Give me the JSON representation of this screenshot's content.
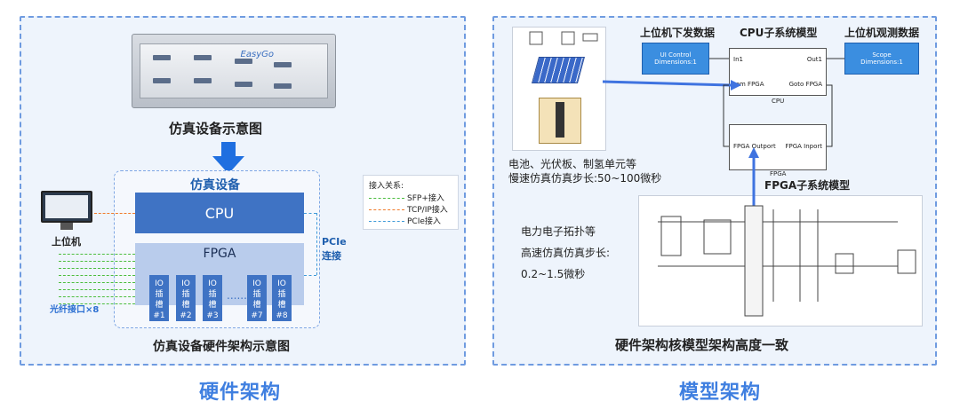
{
  "left": {
    "device_caption": "仿真设备示意图",
    "device_brand": "EasyGo",
    "sim_title": "仿真设备",
    "cpu_label": "CPU",
    "fpga_label": "FPGA",
    "slots": [
      {
        "top": "IO",
        "mid": "插",
        "bot": "槽",
        "num": "#1"
      },
      {
        "top": "IO",
        "mid": "插",
        "bot": "槽",
        "num": "#2"
      },
      {
        "top": "IO",
        "mid": "插",
        "bot": "槽",
        "num": "#3"
      },
      {
        "top": "IO",
        "mid": "插",
        "bot": "槽",
        "num": "#7"
      },
      {
        "top": "IO",
        "mid": "插",
        "bot": "槽",
        "num": "#8"
      }
    ],
    "slot_dots": "......",
    "host_label": "上位机",
    "pcie_label_1": "PCIe",
    "pcie_label_2": "连接",
    "fiber_label": "光纤接口×8",
    "hardware_caption": "仿真设备硬件架构示意图",
    "legend": {
      "title": "接入关系:",
      "items": [
        {
          "label": "SFP+接入",
          "color": "#4bbd3e"
        },
        {
          "label": "TCP/IP接入",
          "color": "#f07a2a"
        },
        {
          "label": "PCIe接入",
          "color": "#3f9ad8"
        }
      ]
    }
  },
  "right": {
    "top_labels": {
      "host_send": "上位机下发数据",
      "cpu_model": "CPU子系统模型",
      "host_observe": "上位机观测数据"
    },
    "ui_control": {
      "line1": "UI Control",
      "line2": "Dimensions:1"
    },
    "scope": {
      "line1": "Scope",
      "line2": "Dimensions:1"
    },
    "cpu_block": {
      "in1": "In1",
      "out1": "Out1",
      "from": "rom FPGA",
      "goto": "Goto FPGA",
      "name": "CPU"
    },
    "fpga_block": {
      "outport": "FPGA Outport",
      "inport": "FPGA Inport",
      "name": "FPGA"
    },
    "fpga_model_label": "FPGA子系统模型",
    "battery_text_1": "电池、光伏板、制氢单元等",
    "battery_text_2": "慢速仿真仿真步长:50~100微秒",
    "power_text_1": "电力电子拓扑等",
    "power_text_2": "高速仿真仿真步长:",
    "power_text_3": "0.2~1.5微秒",
    "consistent_caption": "硬件架构核模型架构高度一致"
  },
  "captions": {
    "hardware": "硬件架构",
    "model": "模型架构"
  },
  "colors": {
    "accent": "#3f7fe0",
    "panel_border": "#6f9be0",
    "panel_bg": "#eef4fc",
    "cpu_blue": "#3f73c4",
    "fpga_light": "#b9ccec"
  }
}
